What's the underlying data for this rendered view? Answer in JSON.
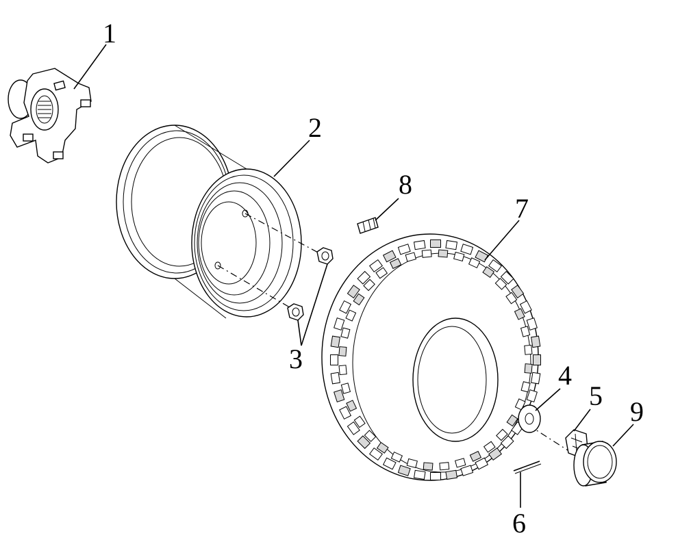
{
  "callouts": [
    {
      "id": "1",
      "text": "1"
    },
    {
      "id": "2",
      "text": "2"
    },
    {
      "id": "3",
      "text": "3"
    },
    {
      "id": "4",
      "text": "4"
    },
    {
      "id": "5",
      "text": "5"
    },
    {
      "id": "6",
      "text": "6"
    },
    {
      "id": "7",
      "text": "7"
    },
    {
      "id": "8",
      "text": "8"
    },
    {
      "id": "9",
      "text": "9"
    }
  ],
  "colors": {
    "stroke": "#000000",
    "background": "#ffffff"
  },
  "icons": [
    "hub-icon",
    "rim-icon",
    "lug-nut-icon",
    "washer-icon",
    "castle-nut-icon",
    "cotter-pin-icon",
    "tire-icon",
    "valve-stem-icon",
    "hub-cap-icon"
  ]
}
